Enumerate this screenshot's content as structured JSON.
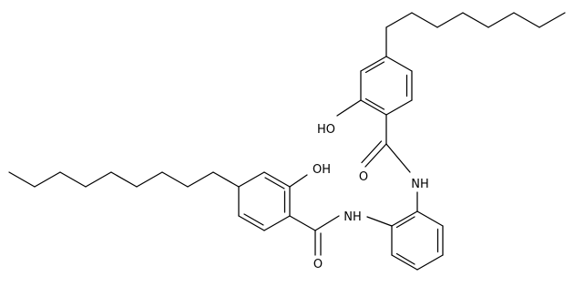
{
  "molecule": {
    "labels": {
      "oh_upper": "HO",
      "nh_upper": "NH",
      "o_upper": "O",
      "oh_lower": "OH",
      "nh_lower": "NH",
      "o_lower": "O"
    },
    "colors": {
      "bond": "#000000",
      "text": "#000000",
      "background": "#ffffff"
    }
  }
}
